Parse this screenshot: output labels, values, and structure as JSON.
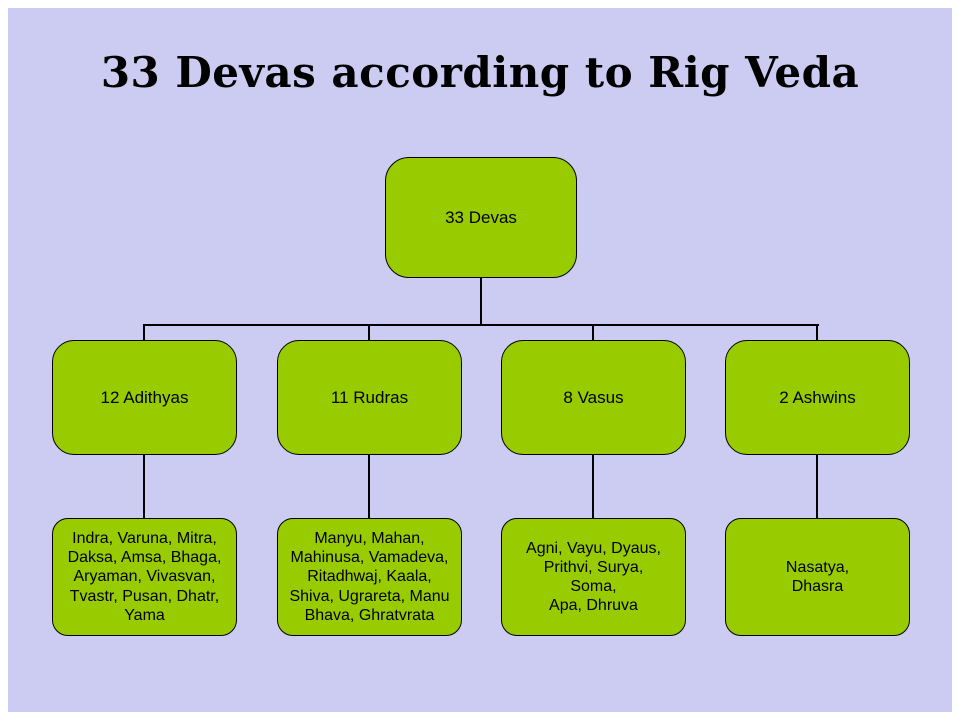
{
  "slide": {
    "title": "33 Devas according to Rig Veda",
    "colors": {
      "background": "#ccccf2",
      "frame": "#ffffff",
      "box_fill": "#99cc00",
      "box_border": "#000000",
      "connector": "#000000",
      "text": "#000000"
    }
  },
  "tree": {
    "root": {
      "label": "33 Devas"
    },
    "children": [
      {
        "label": "12 Adithyas",
        "members": "Indra, Varuna, Mitra,\nDaksa, Amsa, Bhaga,\nAryaman, Vivasvan,\nTvastr, Pusan, Dhatr,\nYama"
      },
      {
        "label": "11 Rudras",
        "members": "Manyu, Mahan,\nMahinusa, Vamadeva,\nRitadhwaj, Kaala,\nShiva, Ugrareta, Manu\nBhava, Ghratvrata"
      },
      {
        "label": "8 Vasus",
        "members": "Agni, Vayu, Dyaus,\nPrithvi, Surya,\nSoma,\nApa, Dhruva"
      },
      {
        "label": "2 Ashwins",
        "members": "Nasatya,\nDhasra"
      }
    ]
  }
}
